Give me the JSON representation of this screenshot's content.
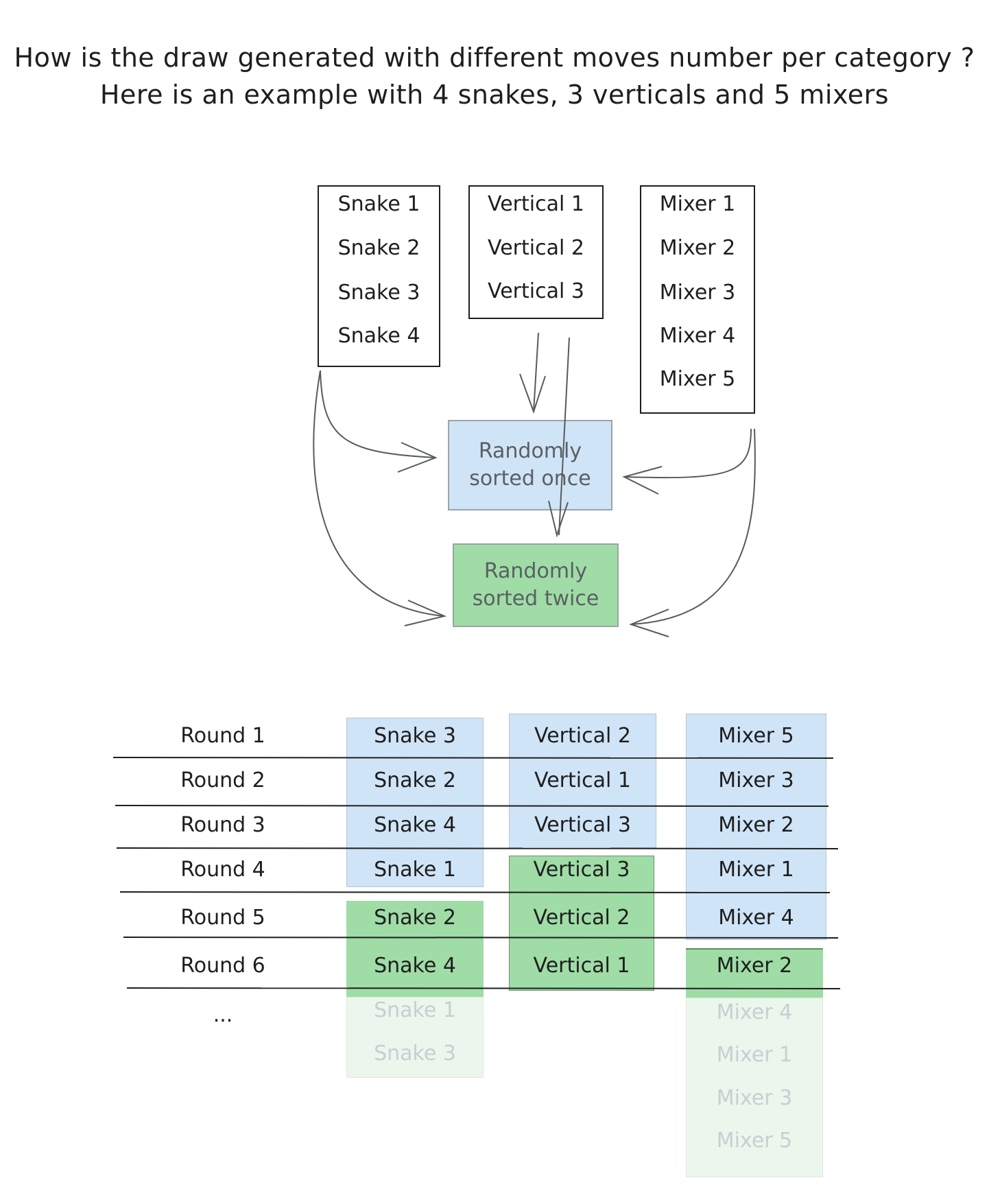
{
  "title": {
    "line1": "How is the draw generated with different moves number per category ?",
    "line2": "Here is an example with 4 snakes, 3 verticals and 5 mixers"
  },
  "sources": {
    "snakes": [
      "Snake 1",
      "Snake 2",
      "Snake 3",
      "Snake 4"
    ],
    "verticals": [
      "Vertical 1",
      "Vertical 2",
      "Vertical 3"
    ],
    "mixers": [
      "Mixer 1",
      "Mixer 2",
      "Mixer 3",
      "Mixer 4",
      "Mixer 5"
    ]
  },
  "process": {
    "once": [
      "Randomly",
      "sorted once"
    ],
    "twice": [
      "Randomly",
      "sorted twice"
    ]
  },
  "colors": {
    "once": "#d0e4f7",
    "twice": "#9fdca6",
    "ink": "#1e1e1e"
  },
  "rounds": [
    "Round 1",
    "Round 2",
    "Round 3",
    "Round 4",
    "Round 5",
    "Round 6"
  ],
  "ellipsis": "...",
  "draw": {
    "snake": [
      "Snake 3",
      "Snake 2",
      "Snake 4",
      "Snake 1",
      "Snake 2",
      "Snake 4",
      "Snake 1",
      "Snake 3"
    ],
    "vertical": [
      "Vertical 2",
      "Vertical 1",
      "Vertical 3",
      "Vertical 3",
      "Vertical 2",
      "Vertical 1"
    ],
    "mixer": [
      "Mixer 5",
      "Mixer 3",
      "Mixer 2",
      "Mixer 1",
      "Mixer 4",
      "Mixer 2",
      "Mixer 4",
      "Mixer 1",
      "Mixer 3",
      "Mixer 5"
    ]
  }
}
